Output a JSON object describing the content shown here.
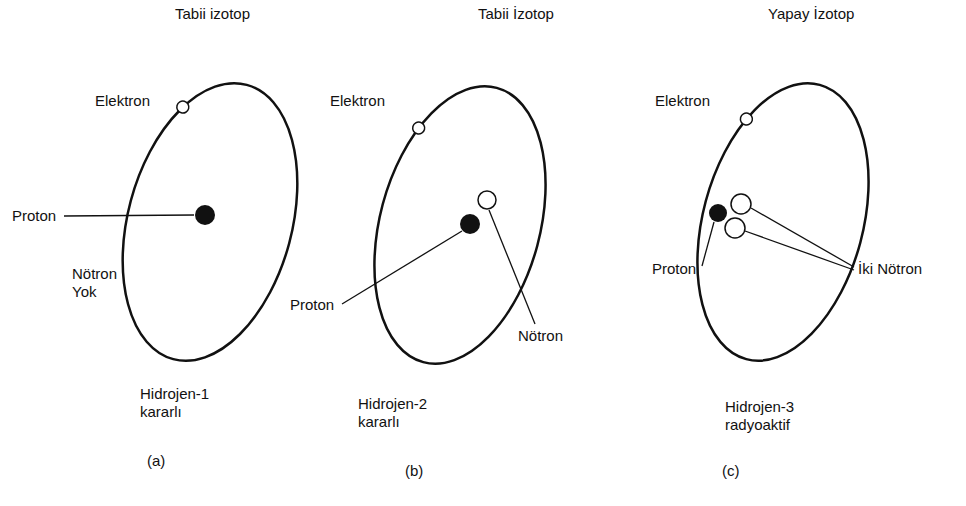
{
  "diagram": {
    "labels": [
      "Tabii izotop",
      "Tabii İzotop",
      "Yapay İzotop",
      "Elektron",
      "Proton",
      "Nötron Yok",
      "Hidrojen-1 kararlı",
      "(a)",
      "Elektron",
      "Proton",
      "Nötron",
      "Hidrojen-2 kararlı",
      "(b)",
      "Elektron",
      "Proton",
      "İki Nötron",
      "Hidrojen-3 radyoaktif",
      "(c)"
    ]
  }
}
